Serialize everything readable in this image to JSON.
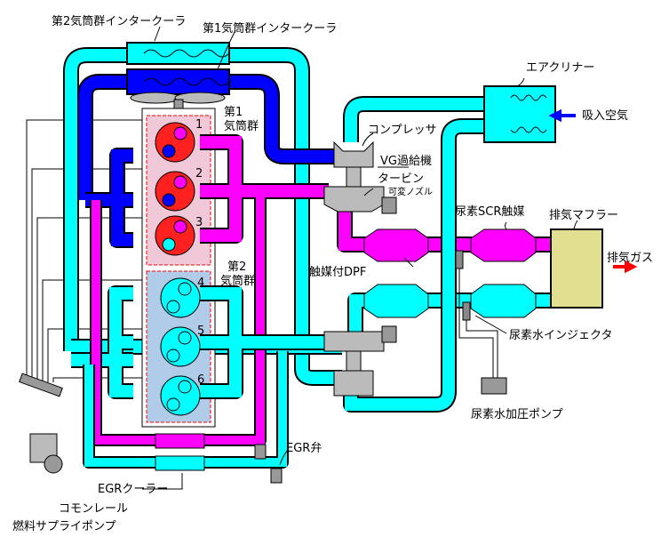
{
  "labels": {
    "intercooler_bank2": "第2気筒群インタークーラ",
    "intercooler_bank1": "第1気筒群インタークーラ",
    "air_cleaner": "エアクリナー",
    "intake_air": "吸入空気",
    "bank1_line1": "第1",
    "bank1_line2": "気筒群",
    "bank2_line1": "第2",
    "bank2_line2": "気筒群",
    "compressor": "コンプレッサ",
    "vg_turbo": "VG過給機",
    "turbine": "タービン",
    "variable_nozzle": "可変ノズル",
    "urea_scr": "尿素SCR触媒",
    "muffler": "排気マフラー",
    "exhaust_gas": "排気ガス",
    "dpf": "触媒付DPF",
    "urea_injector": "尿素水インジェクタ",
    "urea_pump": "尿素水加圧ポンプ",
    "egr_valve": "EGR弁",
    "egr_cooler": "EGRクーラー",
    "common_rail": "コモンレール",
    "fuel_pump": "燃料サプライポンプ"
  },
  "cylinders": [
    "1",
    "2",
    "3",
    "4",
    "5",
    "6"
  ],
  "colors": {
    "bank2_intake": "#00ffff",
    "bank1_intake": "#0000ff",
    "bank1_exhaust": "#ff00ff",
    "cylinder_bank1": "#ff2020",
    "muffler": "#e0e090",
    "exhaust_arrow": "#ff0000",
    "engine_bank1_bg": "#f0c0c0",
    "engine_bank2_bg": "#b0cce8"
  }
}
